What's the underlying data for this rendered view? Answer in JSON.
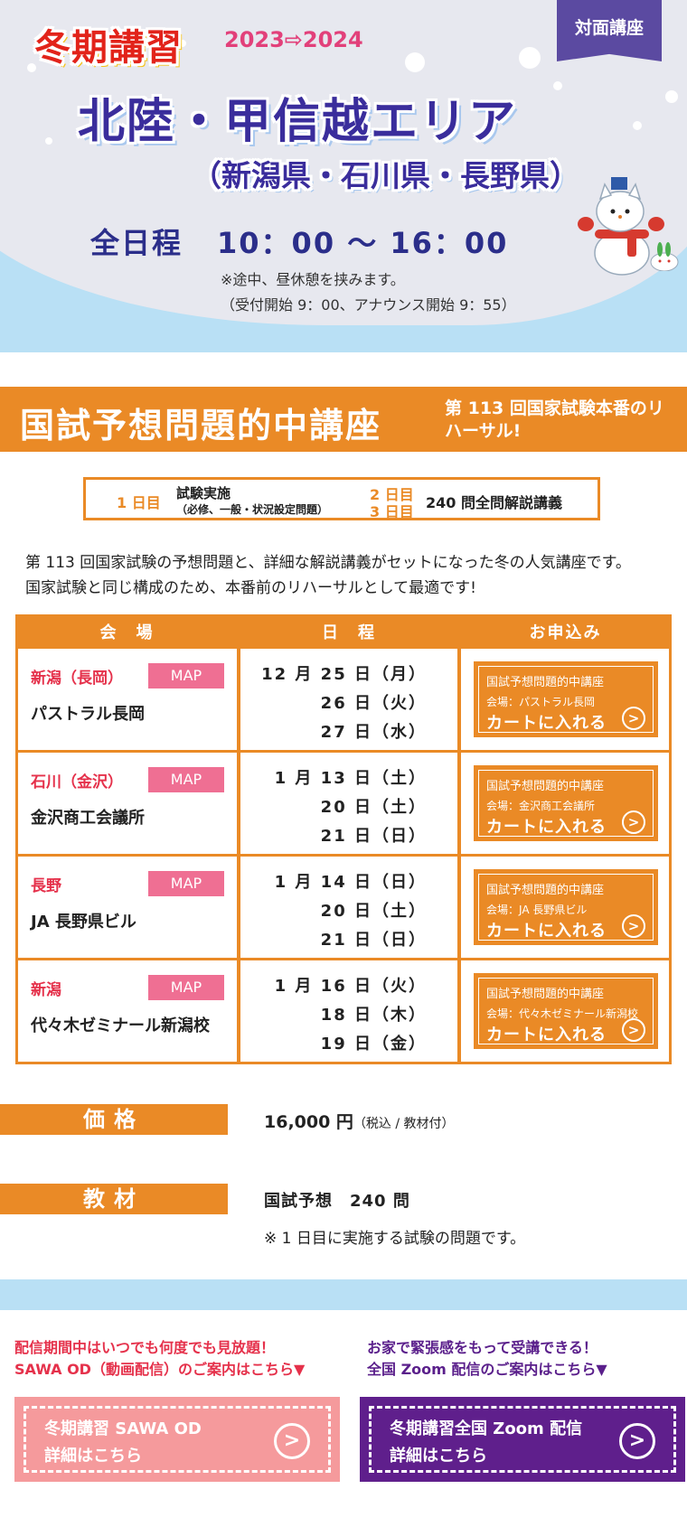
{
  "hero": {
    "season": "冬期講習",
    "years": "2023⇨2024",
    "badge": "対面講座",
    "area_title": "北陸・甲信越エリア",
    "area_sub": "（新潟県・石川県・長野県）",
    "schedule_label": "全日程",
    "schedule_time": "10：00 ～ 16：00",
    "note1": "※途中、昼休憩を挟みます。",
    "note2": "（受付開始 9：00、アナウンス開始 9：55）"
  },
  "course": {
    "title": "国試予想問題的中講座",
    "subtitle": "第 113 回国家試験本番のリハーサル!"
  },
  "days": {
    "day1": "1 日目",
    "exam_title": "試験実施",
    "exam_note": "（必修、一般・状況設定問題）",
    "day2": "2 日目",
    "day3": "3 日目",
    "lecture": "240 問全問解説講義"
  },
  "description": {
    "line1": "第 113 回国家試験の予想問題と、詳細な解説講義がセットになった冬の人気講座です。",
    "line2": "国家試験と同じ構成のため、本番前のリハーサルとして最適です!"
  },
  "table": {
    "headers": [
      "会　場",
      "日　程",
      "お申込み"
    ],
    "map_label": "MAP",
    "cart_label": "カートに入れる",
    "cart_course": "国試予想問題的中講座",
    "rows": [
      {
        "area": "新潟（長岡）",
        "venue": "パストラル長岡",
        "dates": [
          "12 月 25 日（月）",
          "26 日（火）",
          "27 日（水）"
        ],
        "cart_venue": "会場：パストラル長岡"
      },
      {
        "area": "石川（金沢）",
        "venue": "金沢商工会議所",
        "dates": [
          "1 月 13 日（土）",
          "20 日（土）",
          "21 日（日）"
        ],
        "cart_venue": "会場：金沢商工会議所"
      },
      {
        "area": "長野",
        "venue": "JA 長野県ビル",
        "dates": [
          "1 月 14 日（日）",
          "20 日（土）",
          "21 日（日）"
        ],
        "cart_venue": "会場：JA 長野県ビル"
      },
      {
        "area": "新潟",
        "venue": "代々木ゼミナール新潟校",
        "dates": [
          "1 月 16 日（火）",
          "18 日（木）",
          "19 日（金）"
        ],
        "cart_venue": "会場：代々木ゼミナール新潟校"
      }
    ]
  },
  "price": {
    "label": "価格",
    "value": "16,000 円",
    "note": "（税込 / 教材付）"
  },
  "material": {
    "label": "教材",
    "value": "国試予想　240 問",
    "note": "※ 1 日目に実施する試験の問題です。"
  },
  "footer": {
    "left_promo1": "配信期間中はいつでも何度でも見放題！",
    "left_promo2": "SAWA OD（動画配信）のご案内はこちら▼",
    "right_promo1": "お家で緊張感をもって受講できる！",
    "right_promo2": "全国 Zoom 配信のご案内はこちら▼",
    "od_line1": "冬期講習 SAWA OD",
    "od_line2": "詳細はこちら",
    "zoom_line1": "冬期講習全国 Zoom 配信",
    "zoom_line2": "詳細はこちら"
  },
  "icons": {
    "arrow": "chevron-right-circle-icon",
    "snowman": "snowman-illustration",
    "snowball": "snow-bunny-illustration"
  },
  "colors": {
    "accent": "#ea8a26",
    "title_blue": "#3a2d9c",
    "badge_purple": "#5b4aa1",
    "red": "#e5314b",
    "map_pink": "#ef6f93",
    "sky": "#b9e0f5",
    "od_pink": "#f59a9c",
    "zoom_purple": "#5f1f8c"
  }
}
